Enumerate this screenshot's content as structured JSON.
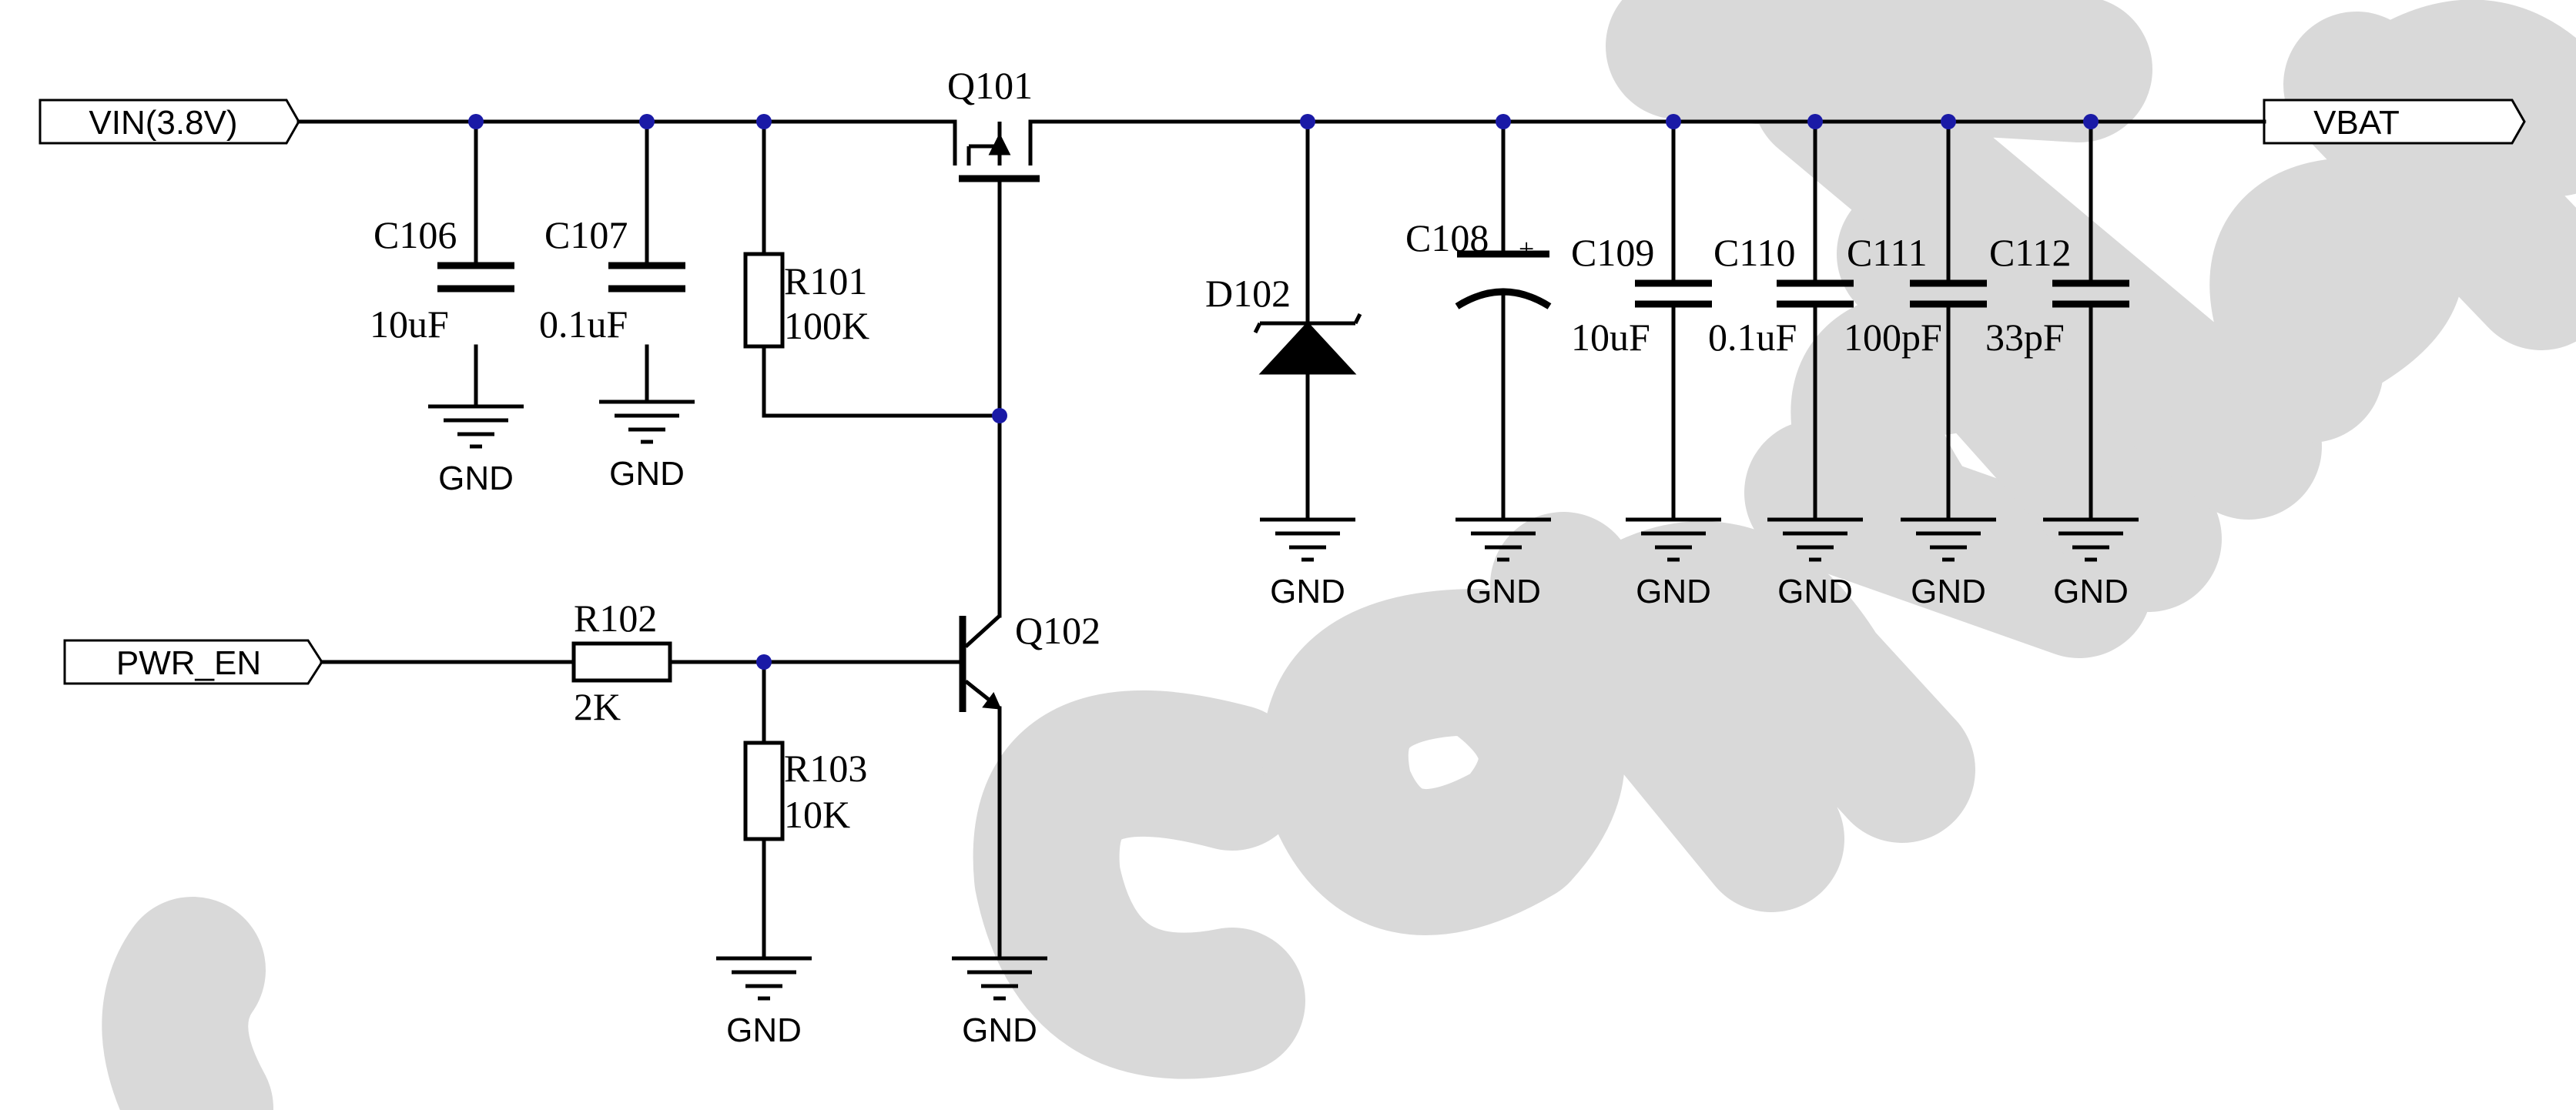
{
  "ports": {
    "vin": "VIN(3.8V)",
    "vbat": "VBAT",
    "pwr_en": "PWR_EN"
  },
  "watermark": "Confidential",
  "ground_label": "GND",
  "components": {
    "q101": {
      "ref": "Q101"
    },
    "q102": {
      "ref": "Q102"
    },
    "d102": {
      "ref": "D102"
    },
    "r101": {
      "ref": "R101",
      "value": "100K"
    },
    "r102": {
      "ref": "R102",
      "value": "2K"
    },
    "r103": {
      "ref": "R103",
      "value": "10K"
    },
    "c106": {
      "ref": "C106",
      "value": "10uF"
    },
    "c107": {
      "ref": "C107",
      "value": "0.1uF"
    },
    "c108": {
      "ref": "C108",
      "polarity": "+"
    },
    "c109": {
      "ref": "C109",
      "value": "10uF"
    },
    "c110": {
      "ref": "C110",
      "value": "0.1uF"
    },
    "c111": {
      "ref": "C111",
      "value": "100pF"
    },
    "c112": {
      "ref": "C112",
      "value": "33pF"
    }
  },
  "colors": {
    "wire": "#000000",
    "junction": "#1a1aa6",
    "watermark": "#d9d9d9",
    "background": "#ffffff"
  }
}
